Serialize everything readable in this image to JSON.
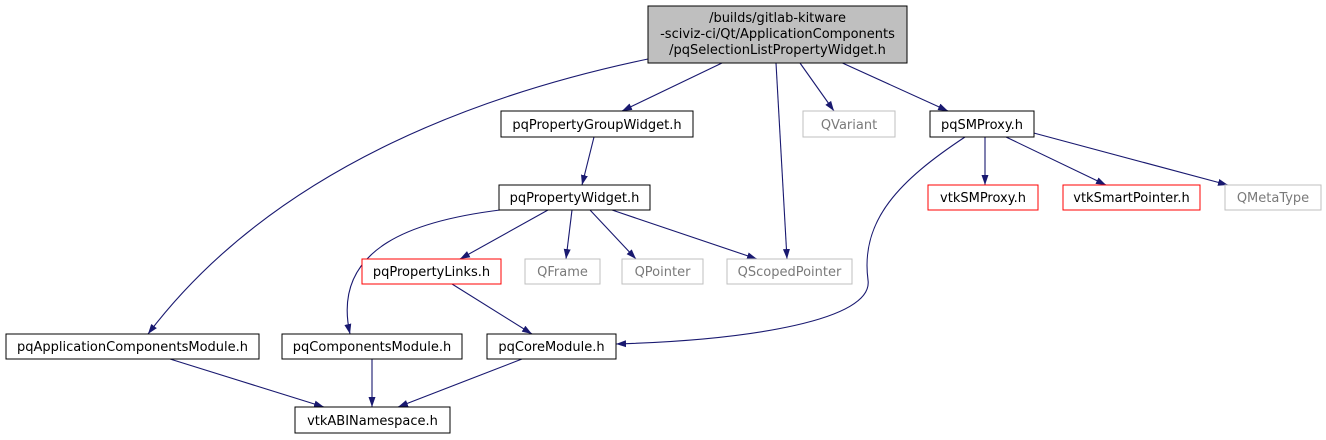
{
  "colors": {
    "edge": "#191970",
    "root_fill": "#bfbfbf",
    "normal_border": "#000000",
    "red_border": "#ff0000",
    "grey_border": "#bfbfbf",
    "grey_text": "#7a7a7a"
  },
  "nodes": {
    "root": {
      "line1": "/builds/gitlab-kitware",
      "line2": "-sciviz-ci/Qt/ApplicationComponents",
      "line3": "/pqSelectionListPropertyWidget.h"
    },
    "pqPropertyGroupWidget": "pqPropertyGroupWidget.h",
    "qVariant": "QVariant",
    "pqSMProxy": "pqSMProxy.h",
    "pqPropertyWidget": "pqPropertyWidget.h",
    "vtkSMProxy": "vtkSMProxy.h",
    "vtkSmartPointer": "vtkSmartPointer.h",
    "qMetaType": "QMetaType",
    "pqPropertyLinks": "pqPropertyLinks.h",
    "qFrame": "QFrame",
    "qPointer": "QPointer",
    "qScopedPointer": "QScopedPointer",
    "pqApplicationComponentsModule": "pqApplicationComponentsModule.h",
    "pqComponentsModule": "pqComponentsModule.h",
    "pqCoreModule": "pqCoreModule.h",
    "vtkABINamespace": "vtkABINamespace.h"
  }
}
